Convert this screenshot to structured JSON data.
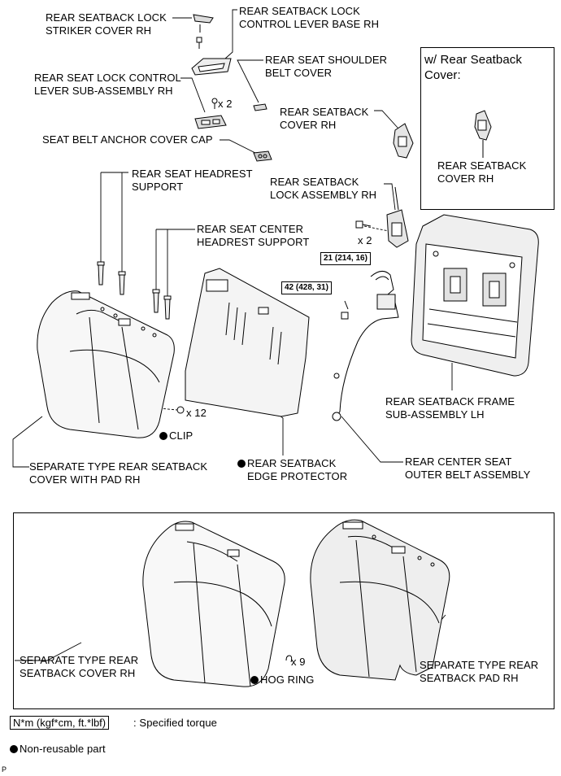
{
  "labels": {
    "striker_cover": [
      "REAR SEATBACK LOCK",
      "STRIKER COVER RH"
    ],
    "lever_base": [
      "REAR SEATBACK LOCK",
      "CONTROL LEVER BASE RH"
    ],
    "lever_sub": [
      "REAR SEAT LOCK CONTROL",
      "LEVER SUB-ASSEMBLY RH"
    ],
    "shoulder_belt": [
      "REAR SEAT SHOULDER",
      "BELT COVER"
    ],
    "seatback_cover": [
      "REAR SEATBACK",
      "COVER RH"
    ],
    "anchor_cap": [
      "SEAT BELT ANCHOR COVER CAP"
    ],
    "headrest_support": [
      "REAR SEAT HEADREST",
      "SUPPORT"
    ],
    "lock_assembly": [
      "REAR SEATBACK",
      "LOCK ASSEMBLY RH"
    ],
    "center_headrest": [
      "REAR SEAT CENTER",
      "HEADREST SUPPORT"
    ],
    "frame_lh": [
      "REAR SEATBACK FRAME",
      "SUB-ASSEMBLY LH"
    ],
    "clip": [
      "CLIP"
    ],
    "edge_protector": [
      "REAR SEATBACK",
      "EDGE PROTECTOR"
    ],
    "center_belt": [
      "REAR CENTER SEAT",
      "OUTER BELT ASSEMBLY"
    ],
    "separate_pad_cover": [
      "SEPARATE TYPE REAR SEATBACK",
      "COVER WITH PAD RH"
    ],
    "separate_cover": [
      "SEPARATE TYPE REAR",
      "SEATBACK COVER RH"
    ],
    "separate_pad": [
      "SEPARATE TYPE REAR",
      "SEATBACK PAD RH"
    ],
    "hog_ring": [
      "HOG RING"
    ],
    "inset_title": [
      "w/ Rear Seatback",
      "Cover:"
    ],
    "inset_part": [
      "REAR SEATBACK",
      "COVER RH"
    ]
  },
  "quantities": {
    "screw": "x 2",
    "bolt": "x 2",
    "clip": "x 12",
    "hog_ring": "x 9"
  },
  "torques": {
    "bolt": "21 (214, 16)",
    "nut": "42 (428, 31)"
  },
  "legend": {
    "torque_unit": "N*m (kgf*cm, ft.*lbf)",
    "torque_text": ": Specified torque",
    "nonreusable_text": "Non-reusable part"
  },
  "footer_code": "P"
}
